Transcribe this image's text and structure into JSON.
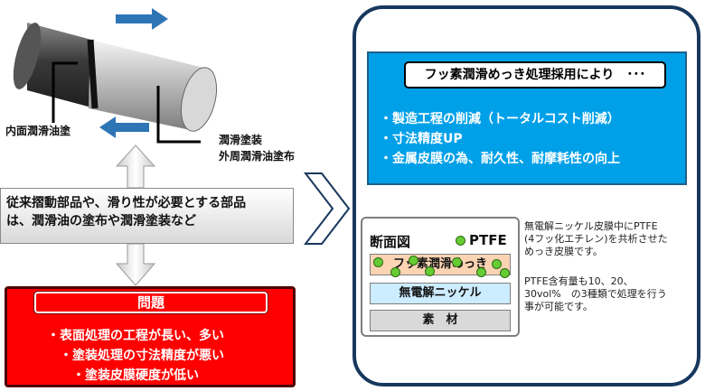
{
  "illustration": {
    "inner_label": "内面潤滑油塗",
    "outer_label_1": "潤滑塗装",
    "outer_label_2": "外周潤滑油塗布"
  },
  "conventional": {
    "line1": "従来摺動部品や、滑り性が必要とする部品",
    "line2": "は、潤滑油の塗布や潤滑塗装など"
  },
  "problem": {
    "title": "問題",
    "items": [
      "・表面処理の工程が長い、多い",
      "・塗装処理の寸法精度が悪い",
      "・塗装皮膜硬度が低い"
    ]
  },
  "benefits": {
    "title": "フッ素潤滑めっき処理採用により　･･･",
    "items": [
      "・製造工程の削減（トータルコスト削減）",
      "・寸法精度UP",
      "・金属皮膜の為、耐久性、耐摩耗性の向上"
    ]
  },
  "cross_section": {
    "title": "断面図",
    "ptfe_label": "PTFE",
    "layers": [
      "フッ素潤滑めっき",
      "無電解ニッケル",
      "素　材"
    ]
  },
  "description": {
    "para1": [
      "無電解ニッケル皮膜中にPTFE",
      "(4フッ化エチレン)を共析させた",
      "めっき皮膜です。"
    ],
    "para2": [
      "PTFE含有量も10、20、",
      "30vol%　の3種類で処理を行う",
      "事が可能です。"
    ]
  },
  "colors": {
    "problem_red": "#ff0000",
    "benefit_blue": "#00a0e9",
    "panel_border": "#17375e",
    "ptfe_green": "#66cc33",
    "layer_top": "#fbd4b4",
    "layer_mid": "#ccecff",
    "layer_bottom": "#d9d9d9"
  }
}
